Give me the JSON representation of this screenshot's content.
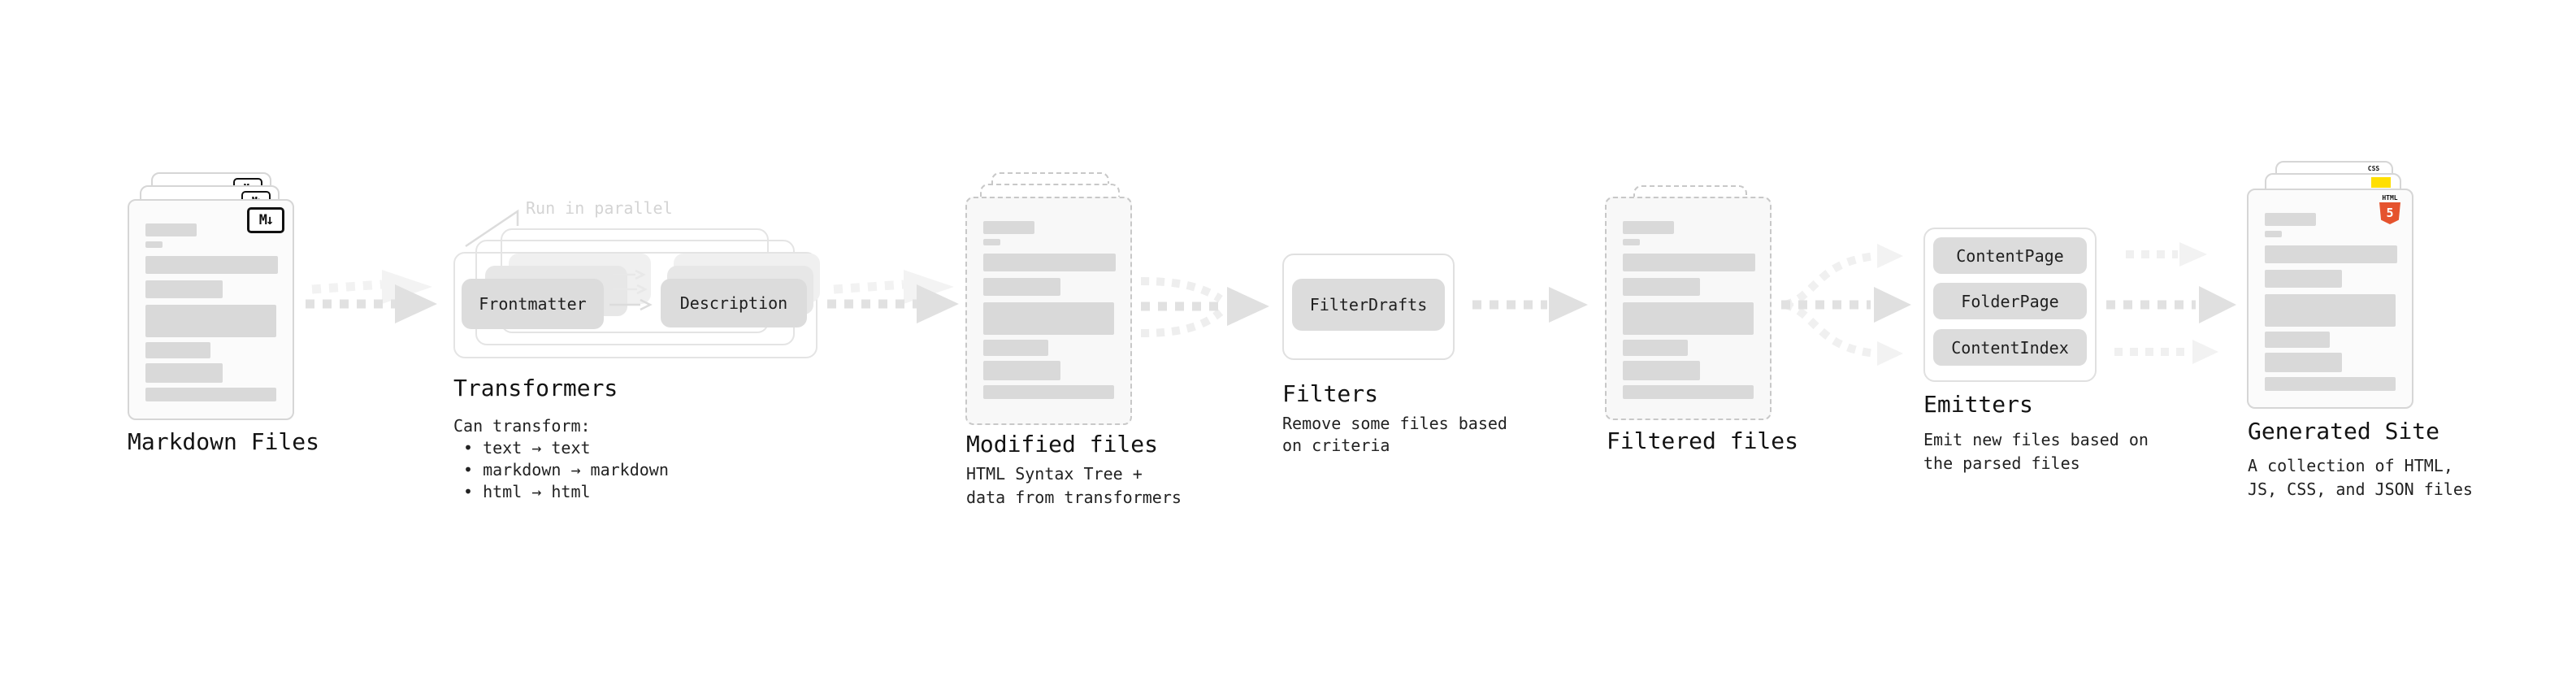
{
  "diagram": {
    "markdown_files": {
      "title": "Markdown Files",
      "file_icon": "M↓"
    },
    "transformers": {
      "title": "Transformers",
      "annotation": "Run in parallel",
      "step_a": "Frontmatter",
      "step_b": "Description",
      "note_heading": "Can transform:",
      "bullet": "•",
      "notes": [
        "text → text",
        "markdown → markdown",
        "html → html"
      ]
    },
    "modified_files": {
      "title": "Modified files",
      "subtitle": [
        "HTML Syntax Tree +",
        "data from transformers"
      ]
    },
    "filters": {
      "title": "Filters",
      "step": "FilterDrafts",
      "subtitle": [
        "Remove some files based",
        "on criteria"
      ]
    },
    "filtered_files": {
      "title": "Filtered files"
    },
    "emitters": {
      "title": "Emitters",
      "steps": [
        "ContentPage",
        "FolderPage",
        "ContentIndex"
      ],
      "subtitle": [
        "Emit new files based on",
        "the parsed files"
      ]
    },
    "generated_site": {
      "title": "Generated Site",
      "subtitle": [
        "A collection of HTML,",
        "JS, CSS, and JSON files"
      ],
      "css_badge": "CSS",
      "html_badge_label": "HTML",
      "html_badge_number": "5"
    }
  },
  "colors": {
    "arrow_dark": "#e1e1e1",
    "arrow_light": "#f1f1f1",
    "bar_gray": "#d9d9d9",
    "chip_gray": "#dcdcdc",
    "html5_orange": "#e5532e",
    "js_yellow": "#ffdf00",
    "css_blue": "#2563eb"
  }
}
